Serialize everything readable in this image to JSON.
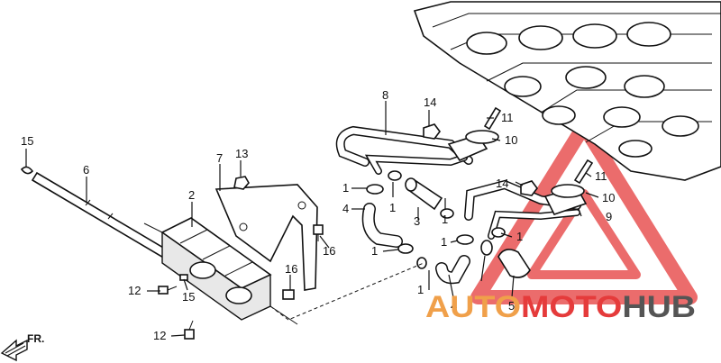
{
  "colors": {
    "ink": "#111111",
    "watermark_red": "#e53b3b",
    "watermark_orange": "#f0a04a",
    "watermark_gray": "#555555"
  },
  "watermark": {
    "part1": "AUTO",
    "part2": "MOTO",
    "part3": "HUB"
  },
  "direction_label": "FR.",
  "callouts": {
    "c1": "1",
    "c1b": "1",
    "c1c": "1",
    "c1d": "1",
    "c1e": "1",
    "c1f": "1",
    "c1g": "1",
    "c2": "2",
    "c3": "3",
    "c4a": "4",
    "c4b": "4",
    "c5": "5",
    "c6": "6",
    "c7": "7",
    "c8": "8",
    "c9": "9",
    "c10a": "10",
    "c10b": "10",
    "c11a": "11",
    "c11b": "11",
    "c12a": "12",
    "c12b": "12",
    "c13": "13",
    "c14a": "14",
    "c14b": "14",
    "c15a": "15",
    "c15b": "15",
    "c16a": "16",
    "c16b": "16"
  }
}
